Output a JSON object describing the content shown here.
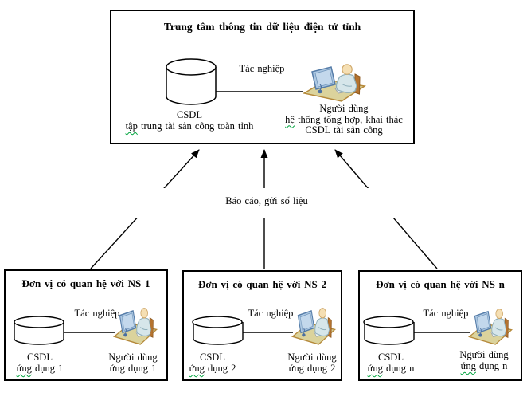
{
  "colors": {
    "line": "#000000",
    "spellcheck_green": "#00a33d",
    "clipart_mat": "#dbd39c",
    "clipart_mat_border": "#b5893a",
    "clipart_monitor": "#adc8e2",
    "clipart_skin": "#f5dfb3",
    "clipart_shirt": "#d6e6ea",
    "clipart_chair": "#b5732f"
  },
  "icons": {
    "database": "database-cylinder-icon",
    "user": "user-at-computer-icon",
    "arrow": "up-arrow"
  },
  "center_box": {
    "title": "Trung tâm thông tin dữ liệu điện tử tỉnh",
    "link_label": "Tác nghiệp",
    "db_label": {
      "line1": "CSDL",
      "line2_flagged": "tập",
      "line2_rest": " trung tài sản công toàn tỉnh"
    },
    "user_label": {
      "line1": "Người dùng",
      "line2_flagged": "hệ",
      "line2_rest": " thống tổng hợp, khai thác",
      "line3": "CSDL tài sản công"
    }
  },
  "flow_label": "Báo cáo, gửi số liệu",
  "unit_boxes": [
    {
      "title": "Đơn vị có quan hệ với NS 1",
      "link_label": "Tác nghiệp",
      "db_label": {
        "line1": "CSDL",
        "line2_flagged": "ứng",
        "line2_rest": " dụng 1"
      },
      "user_label": {
        "line1": "Người dùng",
        "line2_flagged": "",
        "line2_rest": "ứng dụng 1"
      }
    },
    {
      "title": "Đơn vị có quan hệ với NS 2",
      "link_label": "Tác nghiệp",
      "db_label": {
        "line1": "CSDL",
        "line2_flagged": "ứng",
        "line2_rest": " dụng 2"
      },
      "user_label": {
        "line1": "Người dùng",
        "line2_flagged": "",
        "line2_rest": "ứng dụng 2"
      }
    },
    {
      "title": "Đơn vị có quan hệ với NS n",
      "link_label": "Tác nghiệp",
      "db_label": {
        "line1": "CSDL",
        "line2_flagged": "ứng",
        "line2_rest": " dụng n"
      },
      "user_label": {
        "line1": "Người dùng",
        "line2_flagged": "ứng",
        "line2_rest": " dụng n"
      }
    }
  ]
}
